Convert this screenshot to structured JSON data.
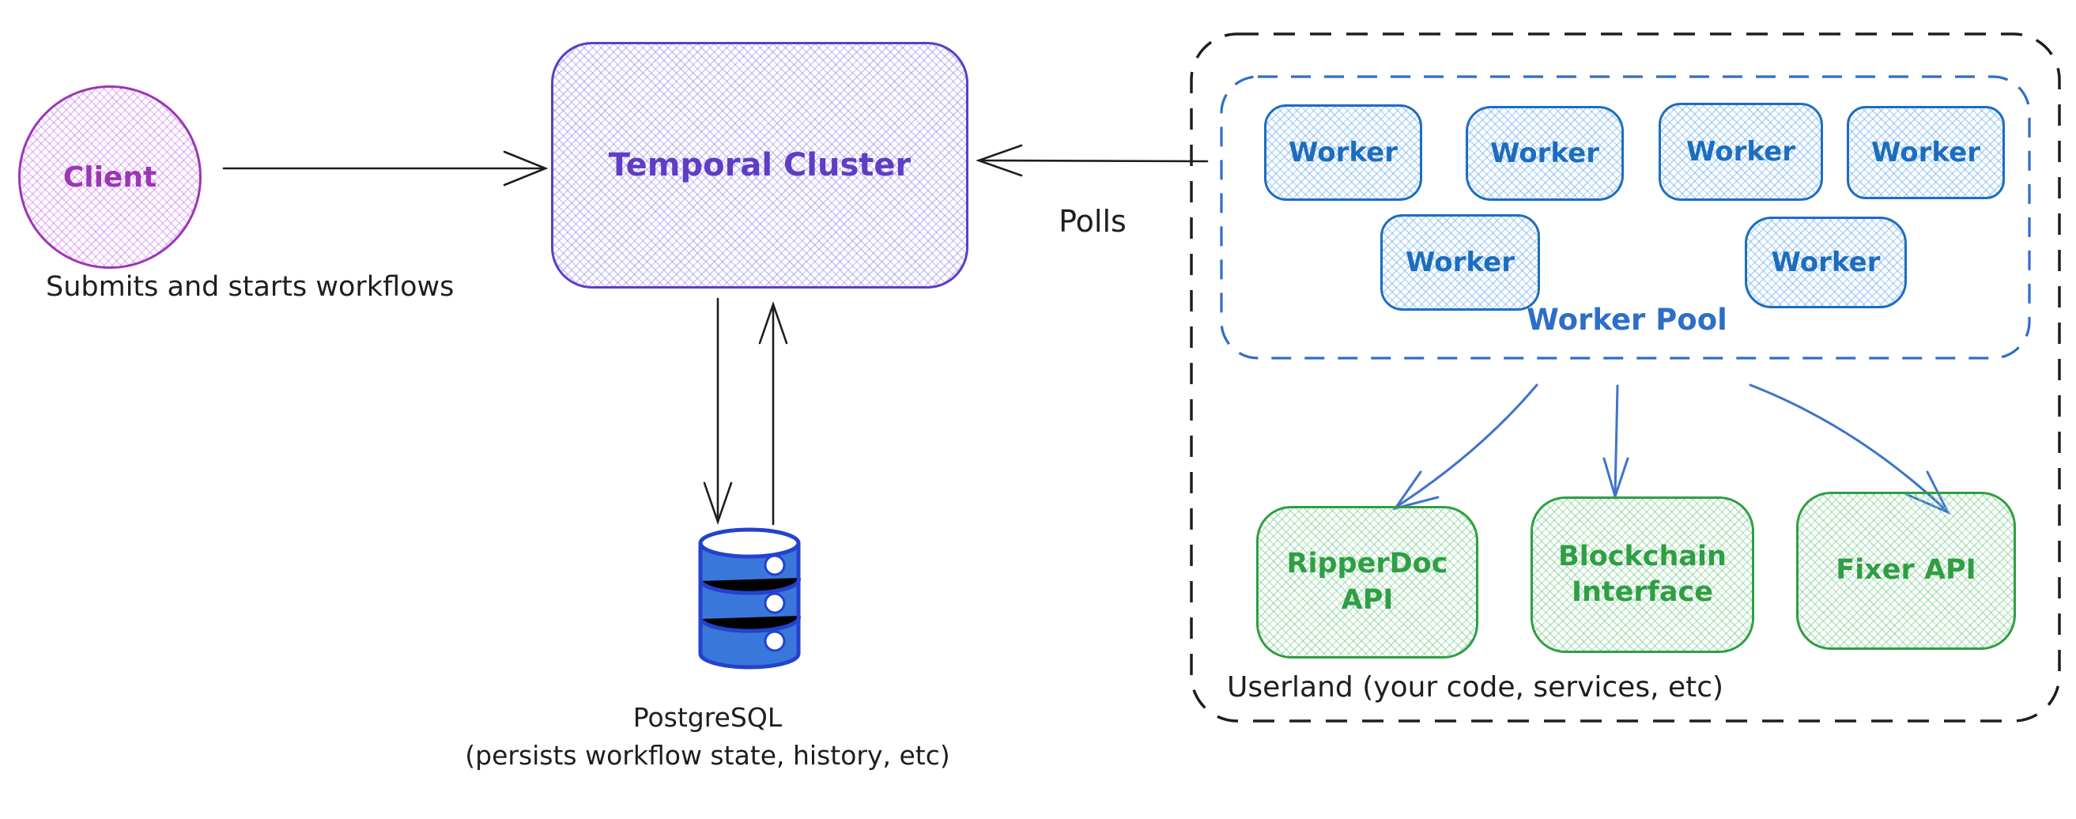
{
  "colors": {
    "ink_black": "#1e1e1e",
    "client_purple": "#9c36b5",
    "temporal_violet": "#5f3dc4",
    "worker_blue": "#1d6dbf",
    "pool_dash_blue": "#2e6ec7",
    "service_green": "#2f9e44",
    "db_fill_blue": "#3a77da",
    "db_stroke_blue": "#2342cd",
    "arrow_blue": "#3f73cc"
  },
  "client": {
    "label": "Client",
    "caption": "Submits and starts workflows"
  },
  "temporal": {
    "label": "Temporal Cluster"
  },
  "polls": {
    "label": "Polls"
  },
  "database": {
    "name": "PostgreSQL",
    "note": "(persists workflow state, history, etc)"
  },
  "workerPool": {
    "label": "Worker Pool",
    "workers": [
      "Worker",
      "Worker",
      "Worker",
      "Worker",
      "Worker",
      "Worker"
    ]
  },
  "userland": {
    "label": "Userland (your code, services, etc)"
  },
  "services": [
    {
      "label": "RipperDoc\nAPI"
    },
    {
      "label": "Blockchain\nInterface"
    },
    {
      "label": "Fixer API"
    }
  ]
}
